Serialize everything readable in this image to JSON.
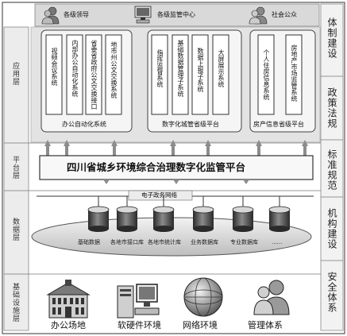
{
  "stakeholders": [
    {
      "label": "各级领导",
      "icon": "people-icon"
    },
    {
      "label": "各级监管中心",
      "icon": "computer-icon"
    },
    {
      "label": "社会公众",
      "icon": "people-icon"
    }
  ],
  "layers": {
    "application": "应用层",
    "platform": "平台层",
    "data": "数据层",
    "infrastructure": "基础设施层"
  },
  "right_pillars": [
    "体制建设",
    "政策法规",
    "标准规范",
    "机构建设",
    "安全体系"
  ],
  "groups": {
    "office": {
      "caption": "办公自动化系统",
      "boxes": [
        "视频会议系统",
        "内部办公自动化系统",
        "省委省政府公文交换接口",
        "地市州公文交换系统"
      ]
    },
    "digital": {
      "caption": "数字化城管省级平台",
      "boxes": [
        "指挥监督系统",
        "基础数据管理子系统",
        "数据上报子系统",
        "大屏展示系统"
      ]
    },
    "housing": {
      "caption": "房产信息省级平台",
      "boxes": [
        "个人住房信息系统",
        "房地产市场监管系统"
      ]
    }
  },
  "platform_title": "四川省城乡环境综合治理数字化监管平台",
  "network_label": "电子政务网络",
  "databases": [
    "基础数据",
    "各地市接口库",
    "各地市统计库",
    "业务数据库",
    "专业数据库",
    "......"
  ],
  "infrastructure": [
    {
      "label": "办公场地",
      "icon": "building-icon"
    },
    {
      "label": "软硬件环境",
      "icon": "server-icon"
    },
    {
      "label": "网络环境",
      "icon": "globe-icon"
    },
    {
      "label": "管理体系",
      "icon": "people-icon"
    }
  ],
  "colors": {
    "frame": "#555555",
    "panel": "#e6e6e6",
    "box_fill": "#ffffff",
    "arrow": "#888888"
  }
}
